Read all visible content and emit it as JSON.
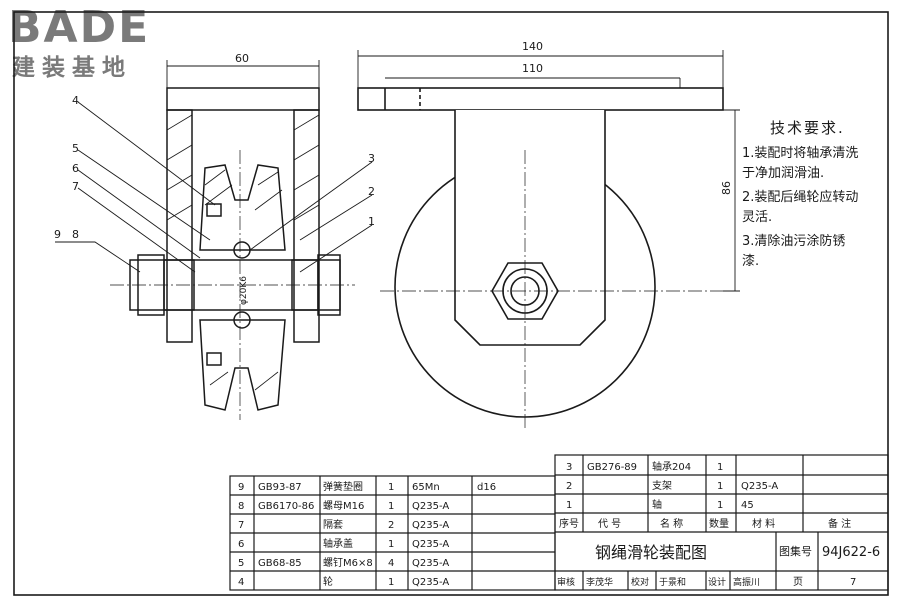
{
  "logo": {
    "brand": "BADE",
    "subtitle": "建装基地"
  },
  "dimensions": {
    "width_60": "60",
    "width_140": "140",
    "width_110": "110",
    "height_86": "86",
    "bore": "φ20K6"
  },
  "callouts": [
    "9",
    "8",
    "7",
    "6",
    "5",
    "4",
    "3",
    "2",
    "1"
  ],
  "notes": {
    "title": "技术要求.",
    "items": [
      "1.装配时将轴承清洗于净加润滑油.",
      "2.装配后绳轮应转动灵活.",
      "3.清除油污涂防锈漆."
    ]
  },
  "parts_left": {
    "rows": [
      {
        "no": "9",
        "std": "GB93-87",
        "name": "弹簧垫圈",
        "qty": "1",
        "mat": "65Mn",
        "note": "d16"
      },
      {
        "no": "8",
        "std": "GB6170-86",
        "name": "螺母M16",
        "qty": "1",
        "mat": "Q235-A",
        "note": ""
      },
      {
        "no": "7",
        "std": "",
        "name": "隔套",
        "qty": "2",
        "mat": "Q235-A",
        "note": ""
      },
      {
        "no": "6",
        "std": "",
        "name": "轴承盖",
        "qty": "1",
        "mat": "Q235-A",
        "note": ""
      },
      {
        "no": "5",
        "std": "GB68-85",
        "name": "螺钉M6×8",
        "qty": "4",
        "mat": "Q235-A",
        "note": ""
      },
      {
        "no": "4",
        "std": "",
        "name": "轮",
        "qty": "1",
        "mat": "Q235-A",
        "note": ""
      }
    ]
  },
  "parts_right": {
    "rows": [
      {
        "no": "3",
        "std": "GB276-89",
        "name": "轴承204",
        "qty": "1",
        "mat": "",
        "note": ""
      },
      {
        "no": "2",
        "std": "",
        "name": "支架",
        "qty": "1",
        "mat": "Q235-A",
        "note": ""
      },
      {
        "no": "1",
        "std": "",
        "name": "轴",
        "qty": "1",
        "mat": "45",
        "note": ""
      }
    ],
    "headers": {
      "no": "序号",
      "std": "代 号",
      "name": "名 称",
      "qty": "数量",
      "mat": "材 料",
      "note": "备 注"
    }
  },
  "title_block": {
    "title": "钢绳滑轮装配图",
    "atlas_label": "图集号",
    "atlas_no": "94J622-6",
    "review_label": "审核",
    "reviewer": "李茂华",
    "check_label": "校对",
    "checker": "于景和",
    "design_label": "设计",
    "designer": "高振川",
    "page_label": "页",
    "page": "7"
  }
}
